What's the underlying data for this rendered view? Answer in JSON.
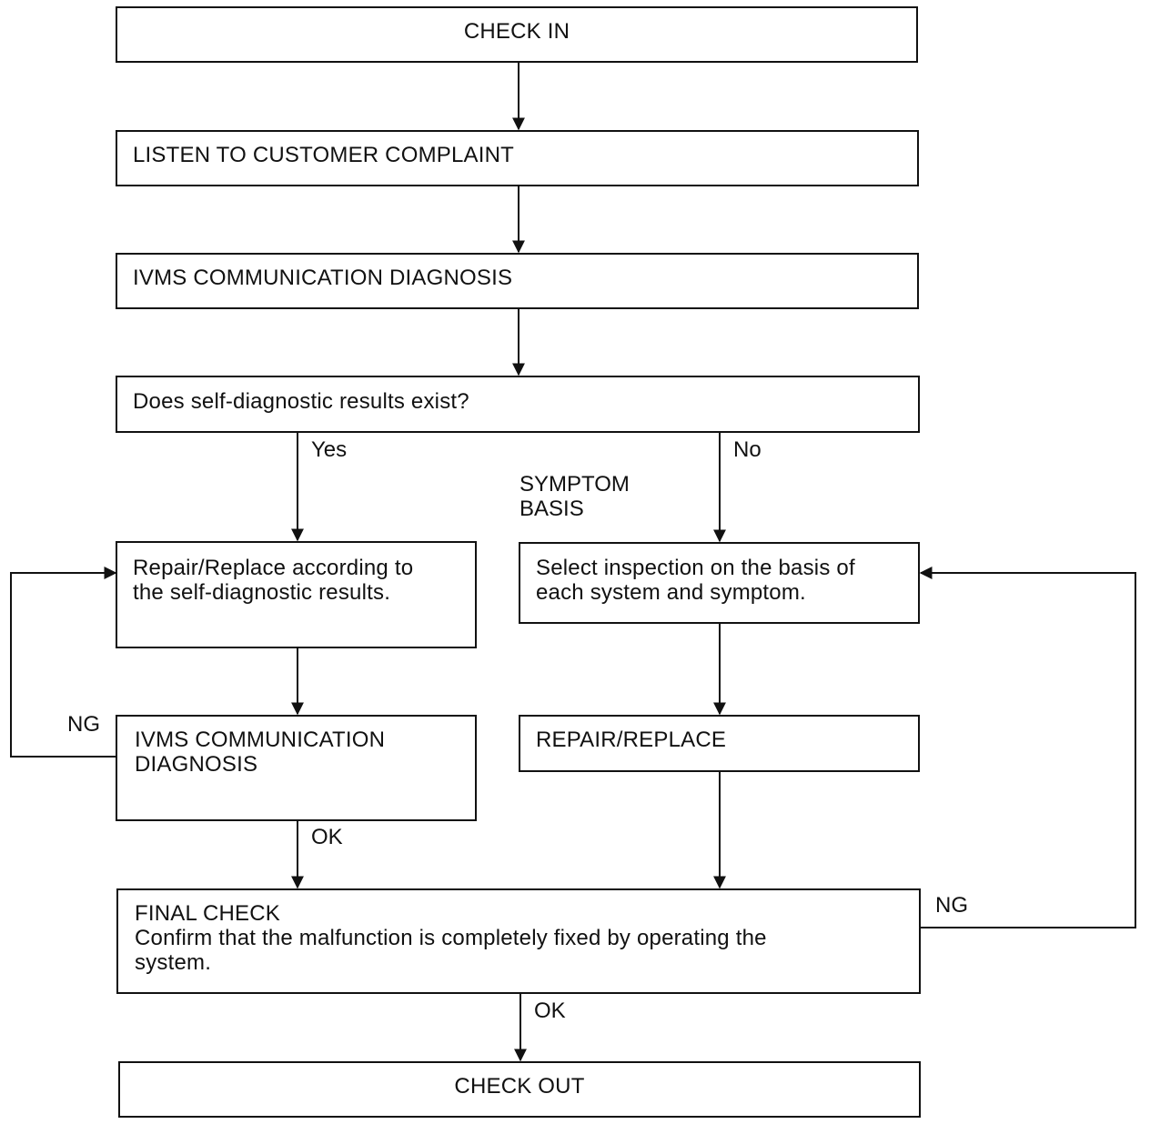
{
  "boxes": {
    "check_in": "CHECK IN",
    "listen": "LISTEN TO CUSTOMER COMPLAINT",
    "ivms_diag_top": "IVMS COMMUNICATION DIAGNOSIS",
    "question": "Does self-diagnostic results exist?",
    "repair_by_results": "Repair/Replace according to\nthe self-diagnostic results.",
    "ivms_diag_left": "IVMS COMMUNICATION\nDIAGNOSIS",
    "select_inspection": "Select inspection on the basis of\neach system and symptom.",
    "repair_replace": "REPAIR/REPLACE",
    "final_check": "FINAL CHECK\nConfirm that the malfunction is completely fixed by operating the\nsystem.",
    "check_out": "CHECK OUT"
  },
  "labels": {
    "yes": "Yes",
    "no": "No",
    "symptom_basis": "SYMPTOM\nBASIS",
    "ng_left": "NG",
    "ok_left": "OK",
    "ng_right": "NG",
    "ok_bottom": "OK"
  }
}
